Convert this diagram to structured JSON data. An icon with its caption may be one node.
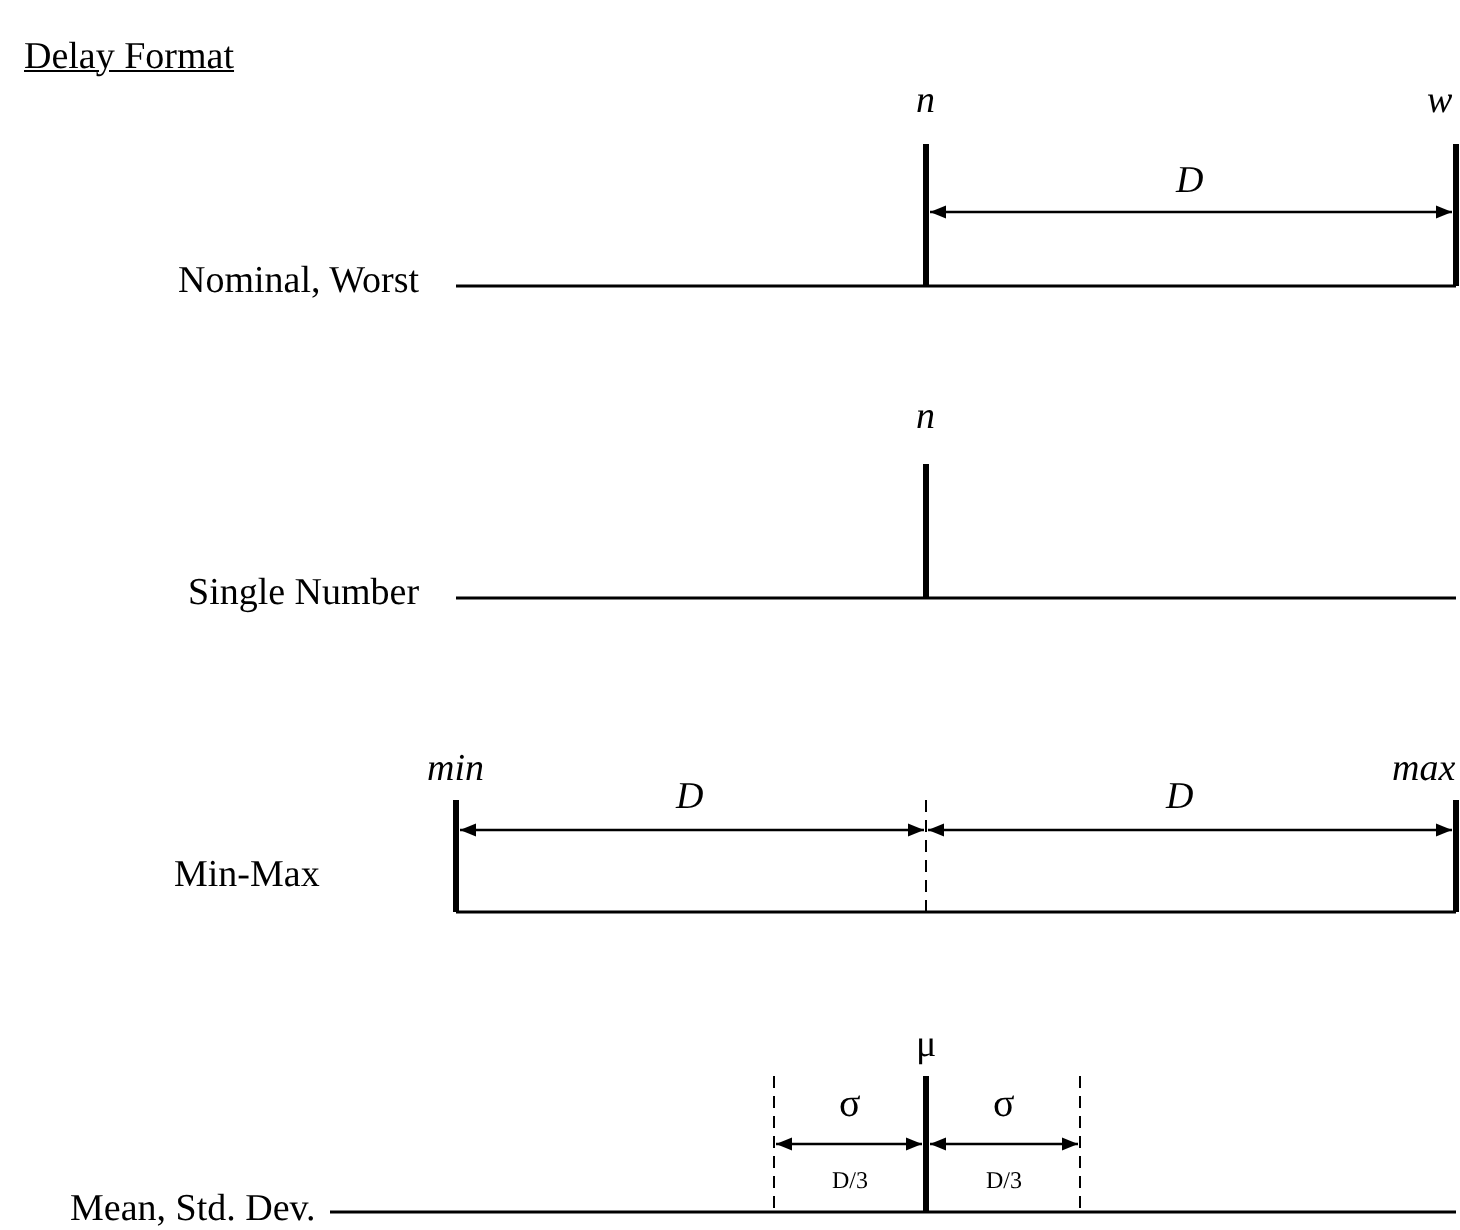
{
  "diagram": {
    "title": "Delay Format",
    "labels": [
      "n",
      "w",
      "D",
      "Nominal, Worst",
      "n",
      "Single Number",
      "min",
      "max",
      "D",
      "D",
      "Min-Max",
      "μ",
      "σ",
      "σ",
      "D/3",
      "D/3",
      "Mean, Std. Dev."
    ]
  }
}
